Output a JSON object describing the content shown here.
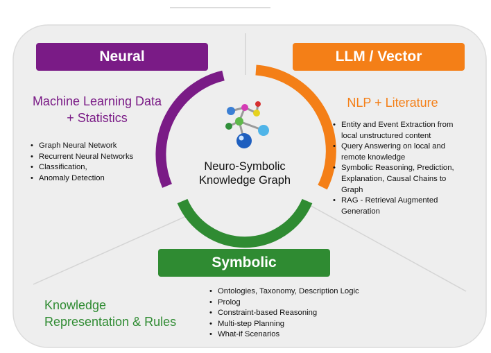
{
  "colors": {
    "neural": "#7a1b86",
    "llm": "#f47f17",
    "symbolic": "#2f8b32",
    "panel_bg": "#eeeeee",
    "panel_border": "#dcdcdc",
    "divider": "#d4d4d4"
  },
  "top_rule": "",
  "center": {
    "icon": "molecule-graph-icon",
    "line1": "Neuro-Symbolic",
    "line2": "Knowledge Graph"
  },
  "neural": {
    "label": "Neural",
    "heading_line1": "Machine Learning Data",
    "heading_line2": "+ Statistics",
    "items": [
      "Graph Neural Network",
      "Recurrent Neural Networks",
      "Classification,",
      "Anomaly Detection"
    ]
  },
  "llm": {
    "label": "LLM / Vector",
    "heading": "NLP + Literature",
    "items": [
      [
        "Entity and Event Extraction from",
        "local unstructured content"
      ],
      [
        "Query Answering  on local and",
        "remote knowledge"
      ],
      [
        "Symbolic Reasoning, Prediction,",
        "Explanation, Causal Chains to",
        "Graph"
      ],
      [
        "RAG - Retrieval Augmented",
        "Generation"
      ]
    ]
  },
  "symbolic": {
    "label": "Symbolic",
    "heading_line1": "Knowledge",
    "heading_line2": "Representation & Rules",
    "items": [
      "Ontologies, Taxonomy, Description Logic",
      "Prolog",
      "Constraint-based Reasoning",
      "Multi-step Planning",
      "What-if Scenarios"
    ]
  }
}
